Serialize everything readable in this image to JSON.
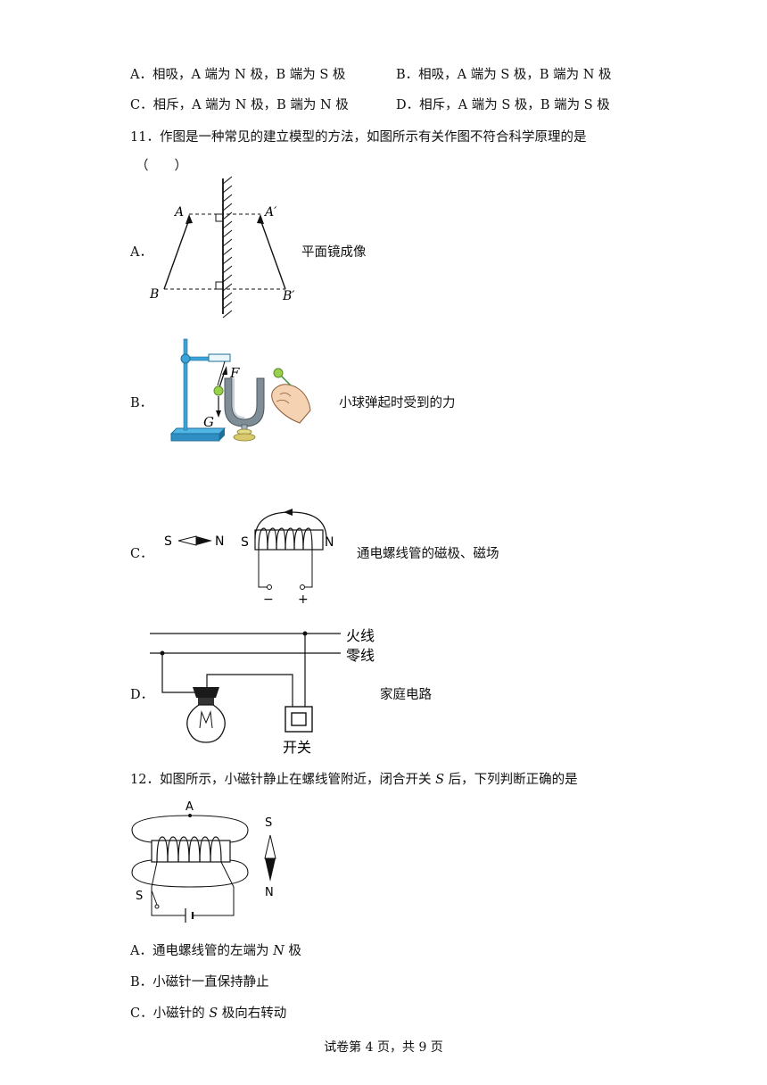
{
  "q10_options": {
    "a": "A．相吸，A 端为 N 极，B 端为 S 极",
    "b": "B．相吸，A 端为 S 极，B 端为 N 极",
    "c": "C．相斥，A 端为 N 极，B 端为 N 极",
    "d": "D．相斥，A 端为 S 极，B 端为 S 极"
  },
  "q11": {
    "stem": "11．作图是一种常见的建立模型的方法，如图所示有关作图不符合科学原理的是",
    "bracket": "（　　）",
    "options": [
      {
        "letter": "A．",
        "caption": "平面镜成像",
        "labels": {
          "a": "A",
          "a_prime": "A′",
          "b": "B",
          "b_prime": "B′"
        }
      },
      {
        "letter": "B．",
        "caption": "小球弹起时受到的力",
        "labels": {
          "f": "F",
          "g": "G"
        }
      },
      {
        "letter": "C．",
        "caption": "通电螺线管的磁极、磁场",
        "labels": {
          "needle_s": "S",
          "needle_n": "N",
          "coil_s": "S",
          "coil_n": "N",
          "minus": "−",
          "plus": "+"
        }
      },
      {
        "letter": "D．",
        "caption": "家庭电路",
        "labels": {
          "live": "火线",
          "neutral": "零线",
          "switch": "开关"
        }
      }
    ]
  },
  "q12": {
    "stem_pre": "12．如图所示，小磁针静止在螺线管附近，闭合开关 ",
    "stem_var": "S",
    "stem_post": " 后，下列判断正确的是",
    "figure_labels": {
      "point_a": "A",
      "needle_s": "S",
      "needle_n": "N",
      "switch_s": "S"
    },
    "options": [
      {
        "pre": "A．通电螺线管的左端为 ",
        "var": "N",
        "post": " 极"
      },
      {
        "pre": "B．小磁针一直保持静止",
        "var": "",
        "post": ""
      },
      {
        "pre": "C．小磁针的 ",
        "var": "S",
        "post": " 极向右转动"
      }
    ]
  },
  "footer": "试卷第 4 页，共 9 页",
  "colors": {
    "accent_blue": "#3aa3d8",
    "ball_green": "#9ad14b",
    "text": "#111111"
  }
}
